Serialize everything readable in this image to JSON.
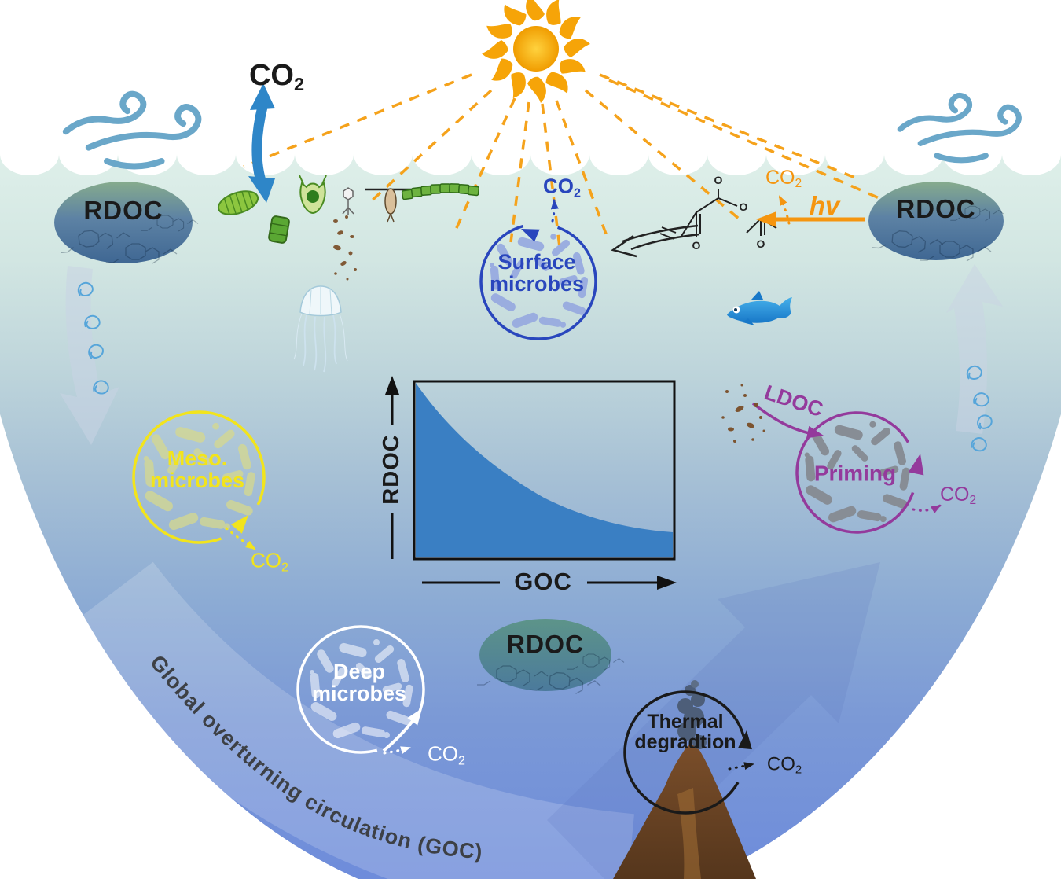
{
  "colors": {
    "co2_exchange_arrow": "#2e86c8",
    "surface_microbes": "#2946bd",
    "meso_microbes": "#f2e41c",
    "deep_microbes": "#ffffff",
    "priming": "#943a9c",
    "thermal": "#1a1a1a",
    "photochemistry_orange": "#f5950f",
    "chart_fill": "#3a7fc3",
    "goc_text": "#3d4045",
    "sea_top": "#dff0ea",
    "sea_bottom": "#6e8cdb"
  },
  "co2_labels": {
    "air": {
      "text": "CO",
      "sub": "2"
    },
    "surface": {
      "text": "CO",
      "sub": "2"
    },
    "photochemistry": {
      "text": "CO",
      "sub": "2"
    },
    "meso": {
      "text": "CO",
      "sub": "2"
    },
    "priming": {
      "text": "CO",
      "sub": "2"
    },
    "deep": {
      "text": "CO",
      "sub": "2"
    },
    "thermal": {
      "text": "CO",
      "sub": "2"
    }
  },
  "reservoirs": {
    "surface_left": "RDOC",
    "surface_right": "RDOC",
    "deep": "RDOC"
  },
  "processes": {
    "surface_microbes": "Surface microbes",
    "meso_microbes": "Meso. microbes",
    "deep_microbes": "Deep microbes",
    "priming": "Priming",
    "thermal": "Thermal degradtion",
    "photolysis": "hv",
    "ldoc": "LDOC"
  },
  "molecule_atoms": [
    "O",
    "O",
    "O",
    "O"
  ],
  "goc_label": "Global overturning circulation (GOC)",
  "chart": {
    "y_axis": "RDOC",
    "x_axis": "GOC"
  },
  "chart_data": {
    "type": "area",
    "title": "",
    "xlabel": "GOC",
    "ylabel": "RDOC",
    "x": [
      0,
      0.1,
      0.2,
      0.3,
      0.4,
      0.5,
      0.6,
      0.7,
      0.8,
      0.9,
      1.0
    ],
    "y": [
      1.0,
      0.8,
      0.64,
      0.52,
      0.42,
      0.34,
      0.28,
      0.23,
      0.19,
      0.16,
      0.15
    ],
    "xlim": [
      0,
      1
    ],
    "ylim": [
      0,
      1
    ],
    "grid": false,
    "legend": null,
    "note": "qualitative inset: RDOC decreases exponentially as GOC increases"
  }
}
